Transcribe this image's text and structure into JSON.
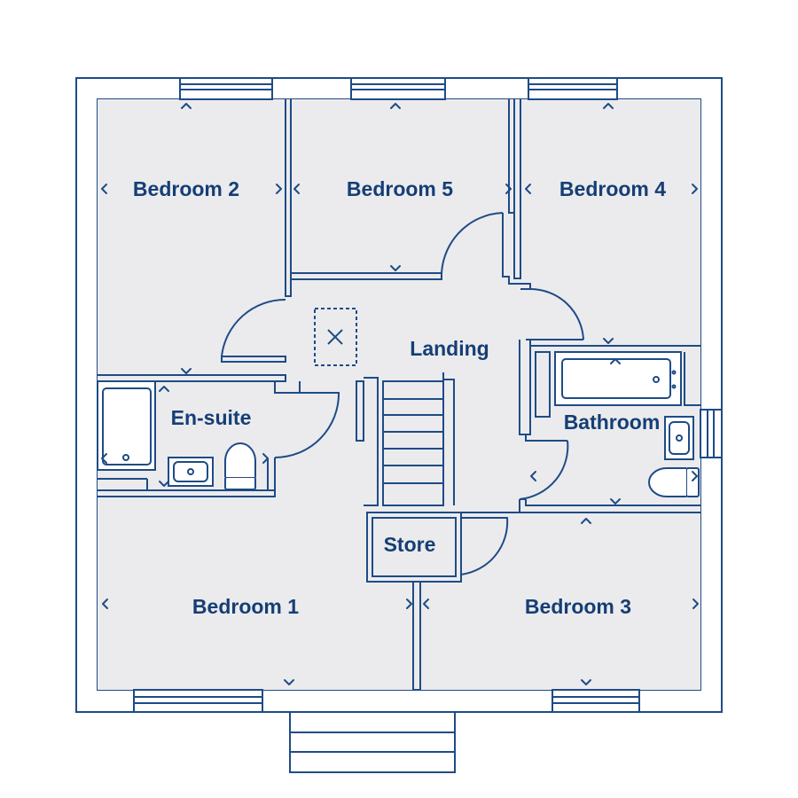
{
  "colors": {
    "line": "#1e4b86",
    "text": "#153e75",
    "floor": "#ebebed",
    "background": "#ffffff"
  },
  "rooms": {
    "bedroom2": "Bedroom 2",
    "bedroom5": "Bedroom 5",
    "bedroom4": "Bedroom 4",
    "landing": "Landing",
    "ensuite": "En-suite",
    "bathroom": "Bathroom",
    "store": "Store",
    "bedroom1": "Bedroom 1",
    "bedroom3": "Bedroom 3"
  }
}
